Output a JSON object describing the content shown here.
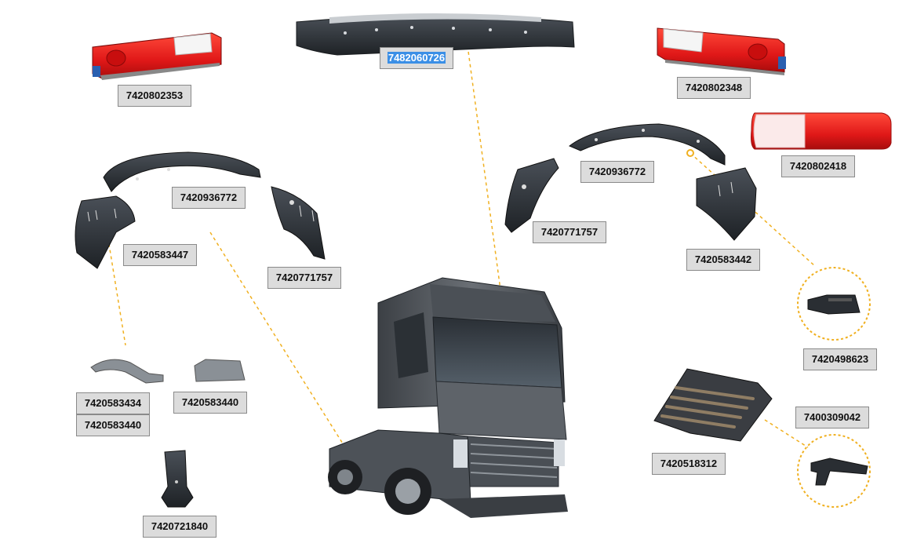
{
  "parts": [
    {
      "id": "tail-light-left",
      "code": "7420802353"
    },
    {
      "id": "roof-sun-visor",
      "code": "7482060726",
      "selected": true
    },
    {
      "id": "tail-light-right",
      "code": "7420802348"
    },
    {
      "id": "tail-light-lens",
      "code": "7420802418"
    },
    {
      "id": "mudguard-upper-left",
      "code": "7420936772"
    },
    {
      "id": "mudguard-front-left",
      "code": "7420583447"
    },
    {
      "id": "mudguard-rear-left",
      "code": "7420771757"
    },
    {
      "id": "mudguard-upper-right",
      "code": "7420936772"
    },
    {
      "id": "mudguard-rear-right",
      "code": "7420771757"
    },
    {
      "id": "mudguard-front-right",
      "code": "7420583442"
    },
    {
      "id": "clip-part",
      "code": "7420498623"
    },
    {
      "id": "bracket-a",
      "code": "7420583434"
    },
    {
      "id": "bracket-b",
      "code": "7420583440"
    },
    {
      "id": "bracket-c",
      "code": "7420583440"
    },
    {
      "id": "support-bracket",
      "code": "7420721840"
    },
    {
      "id": "step-grid",
      "code": "7420518312"
    },
    {
      "id": "step-clip",
      "code": "7400309042"
    }
  ],
  "colors": {
    "leader_line": "#f0b020",
    "label_bg": "#dcdcdc",
    "selection": "#3b8fe6",
    "light_red": "#e01818",
    "part_dark": "#2f3338",
    "truck_body": "#55595e"
  }
}
